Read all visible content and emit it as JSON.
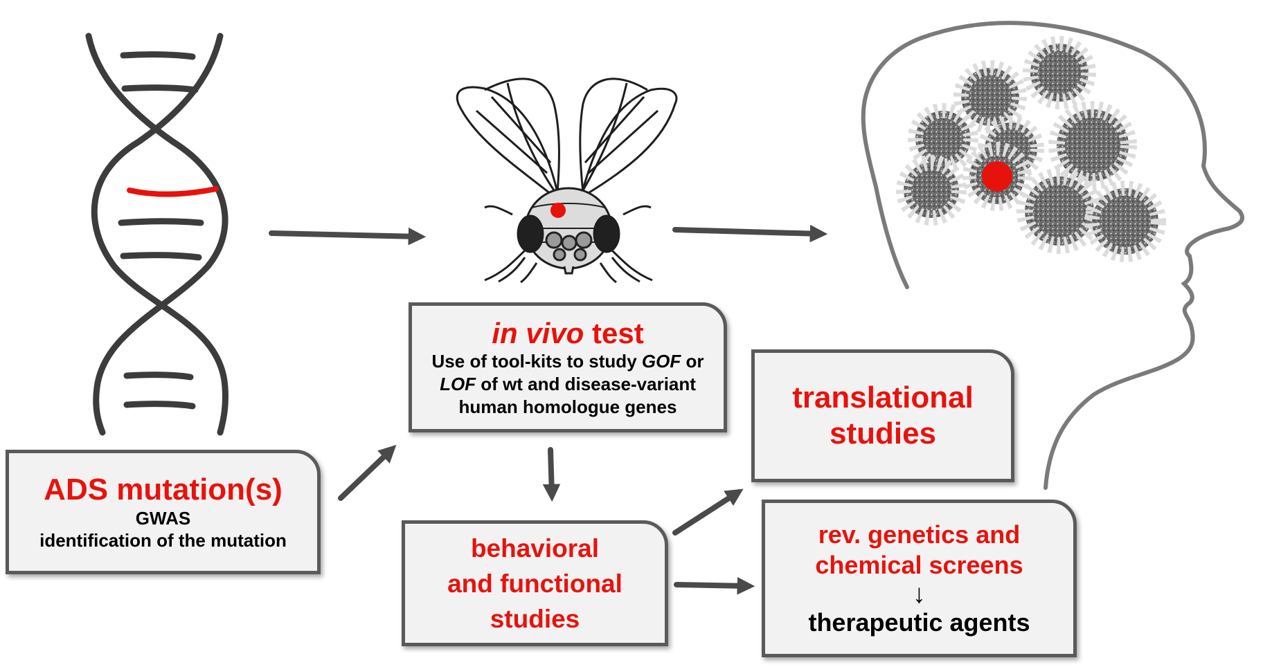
{
  "colors": {
    "accent_red": "#e8120c",
    "box_fill": "#f2f2f2",
    "box_border": "#5a5a5a",
    "arrow": "#4a4a4a",
    "line_art": "#3c3c3c"
  },
  "icons": [
    "dna-helix-icon",
    "fruit-fly-icon",
    "head-with-gears-icon",
    "flow-arrow-icon"
  ],
  "box_ads": {
    "title": "ADS mutation(s)",
    "line1": "GWAS",
    "line2": "identification of the mutation"
  },
  "box_invivo": {
    "title_italic": "in vivo",
    "title_rest": " test",
    "line1": "Use of tool-kits to study ",
    "line1_italic": "GOF",
    "line1_end": " or",
    "line2_italic": "LOF",
    "line2_rest": " of wt and disease-variant",
    "line3": "human homologue genes"
  },
  "box_behavioral": {
    "line1": "behavioral",
    "line2": "and functional",
    "line3": "studies"
  },
  "box_translational": {
    "line1": "translational",
    "line2": "studies"
  },
  "box_rev": {
    "line1": "rev. genetics and",
    "line2": "chemical screens",
    "arrow": "↓",
    "line3": "therapeutic agents"
  }
}
